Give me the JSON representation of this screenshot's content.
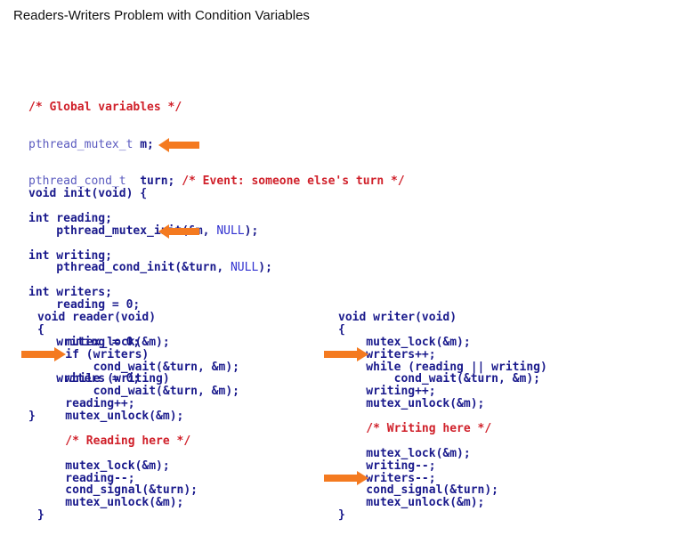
{
  "title": "Readers-Writers Problem with Condition Variables",
  "colors": {
    "arrow": "#f47a20",
    "code": "#1a1a8c",
    "comment": "#d0202a",
    "type": "#5a5abf"
  },
  "globals": [
    {
      "kind": "comment",
      "text": "/* Global variables */"
    },
    {
      "kind": "decl",
      "type": "pthread_mutex_t",
      "text": " m;"
    },
    {
      "kind": "decl2",
      "type": "pthread_cond_t",
      "text": "  turn; ",
      "comment": "/* Event: someone else's turn */"
    },
    {
      "kind": "plain",
      "text": "int reading;"
    },
    {
      "kind": "plain",
      "text": "int writing;"
    },
    {
      "kind": "plain",
      "text": "int writers;"
    }
  ],
  "init": [
    "void init(void) {",
    "    pthread_mutex_init(&m, ",
    "    pthread_cond_init(&turn, ",
    "    reading = 0;",
    "    writing = 0;",
    "    writers = 0;",
    "}"
  ],
  "init_null": "NULL",
  "init_tail": ");",
  "reader": [
    {
      "kind": "plain",
      "text": "void reader(void)"
    },
    {
      "kind": "plain",
      "text": "{"
    },
    {
      "kind": "plain",
      "text": "    mutex_lock(&m);"
    },
    {
      "kind": "plain",
      "text": "    if (writers)"
    },
    {
      "kind": "plain",
      "text": "        cond_wait(&turn, &m);"
    },
    {
      "kind": "plain",
      "text": "    while (writing)"
    },
    {
      "kind": "plain",
      "text": "        cond_wait(&turn, &m);"
    },
    {
      "kind": "plain",
      "text": "    reading++;"
    },
    {
      "kind": "plain",
      "text": "    mutex_unlock(&m);"
    },
    {
      "kind": "blank",
      "text": ""
    },
    {
      "kind": "comment",
      "text": "    /* Reading here */"
    },
    {
      "kind": "blank",
      "text": ""
    },
    {
      "kind": "plain",
      "text": "    mutex_lock(&m);"
    },
    {
      "kind": "plain",
      "text": "    reading--;"
    },
    {
      "kind": "plain",
      "text": "    cond_signal(&turn);"
    },
    {
      "kind": "plain",
      "text": "    mutex_unlock(&m);"
    },
    {
      "kind": "plain",
      "text": "}"
    }
  ],
  "writer": [
    {
      "kind": "plain",
      "text": "void writer(void)"
    },
    {
      "kind": "plain",
      "text": "{"
    },
    {
      "kind": "plain",
      "text": "    mutex_lock(&m);"
    },
    {
      "kind": "plain",
      "text": "    writers++;"
    },
    {
      "kind": "plain",
      "text": "    while (reading || writing)"
    },
    {
      "kind": "plain",
      "text": "        cond_wait(&turn, &m);"
    },
    {
      "kind": "plain",
      "text": "    writing++;"
    },
    {
      "kind": "plain",
      "text": "    mutex_unlock(&m);"
    },
    {
      "kind": "blank",
      "text": ""
    },
    {
      "kind": "comment",
      "text": "    /* Writing here */"
    },
    {
      "kind": "blank",
      "text": ""
    },
    {
      "kind": "plain",
      "text": "    mutex_lock(&m);"
    },
    {
      "kind": "plain",
      "text": "    writing--;"
    },
    {
      "kind": "plain",
      "text": "    writers--;"
    },
    {
      "kind": "plain",
      "text": "    cond_signal(&turn);"
    },
    {
      "kind": "plain",
      "text": "    mutex_unlock(&m);"
    },
    {
      "kind": "plain",
      "text": "}"
    }
  ]
}
